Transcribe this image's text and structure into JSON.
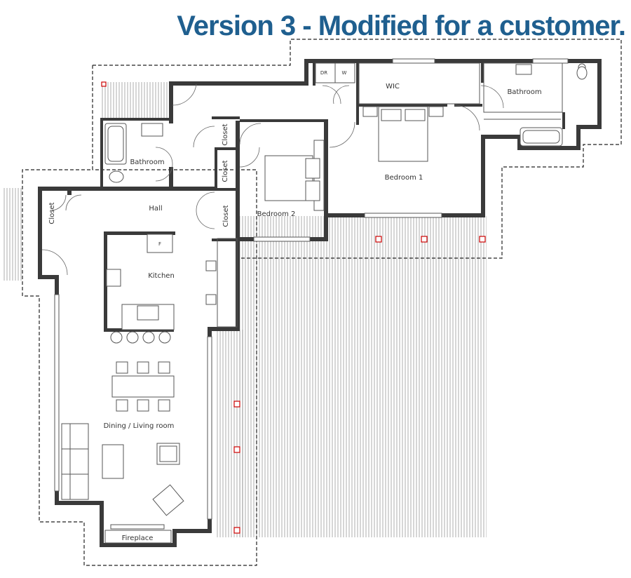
{
  "title": "Version 3 - Modified for a customer.",
  "rooms": {
    "wic": "WIC",
    "dr": "DR",
    "w": "W",
    "bathroom_master": "Bathroom",
    "bedroom1": "Bedroom 1",
    "bedroom2": "Bedroom 2",
    "closet_top": "Closet",
    "closet_mid": "Closet",
    "closet_hall": "Closet",
    "closet_left": "Closet",
    "bathroom_small": "Bathroom",
    "hall": "Hall",
    "kitchen": "Kitchen",
    "fridge": "F",
    "dining": "Dining / Living room",
    "fireplace": "Fireplace"
  },
  "colors": {
    "title": "#1f5f8f",
    "walls": "#3a3a3a",
    "post_marker": "#cc0000"
  }
}
